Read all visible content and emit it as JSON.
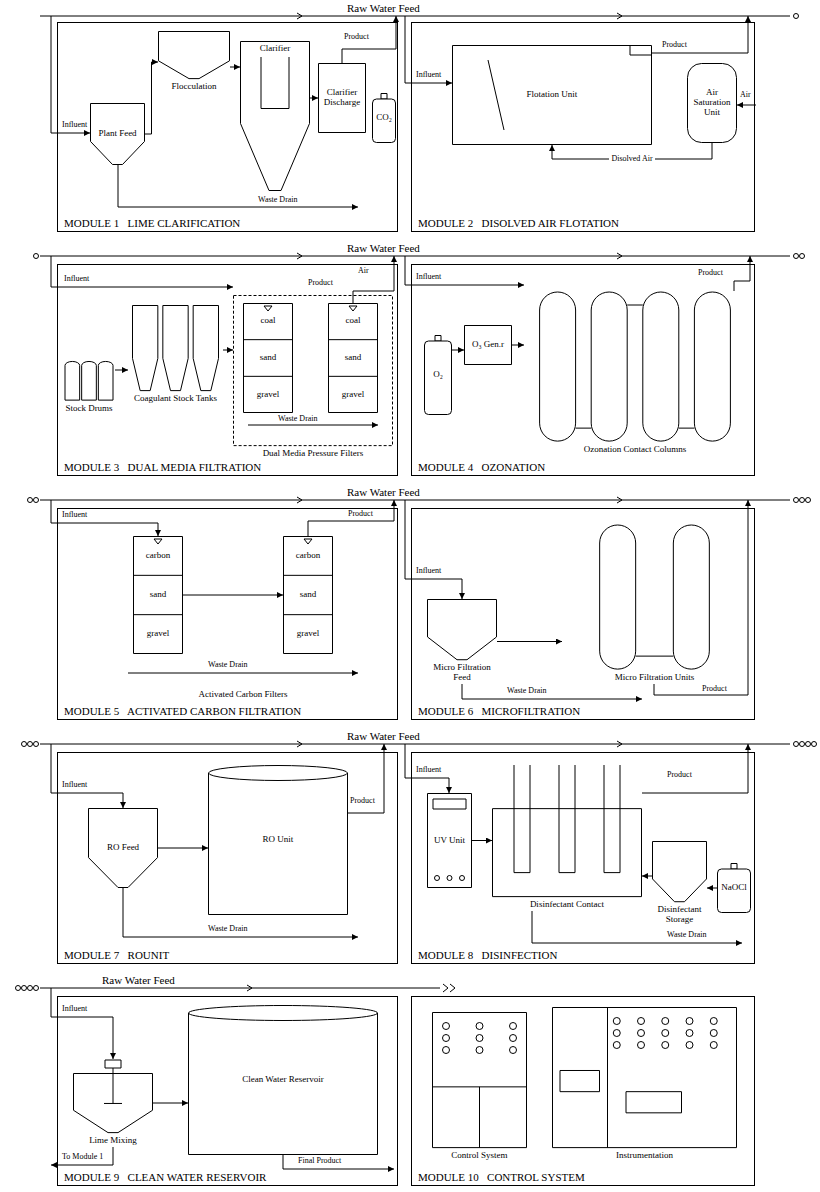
{
  "diagram": {
    "nodes": [
      {
        "text": [
          "MODULE 1   LIME CLARIFICATION"
        ]
      },
      {
        "text": [
          "Plant Feed"
        ],
        "in": 0
      },
      {
        "text": [
          "Flocculation"
        ],
        "in": 0
      },
      {
        "text": [
          "Clarifier"
        ],
        "in": 0
      },
      {
        "text": [
          "Clarifier Discharge"
        ],
        "in": 0
      },
      {
        "text": [
          "CO₂"
        ],
        "in": 0
      },
      {
        "text": [
          "MODULE 2   DISOLVED AIR FLOTATION"
        ]
      },
      {
        "text": [
          "Flotation Unit"
        ],
        "in": 6
      },
      {
        "text": [
          "Air Saturation Unit"
        ],
        "in": 6
      },
      {
        "text": [
          "MODULE 3   DUAL MEDIA FILTRATION"
        ]
      },
      {
        "text": [
          "Stock Drums"
        ],
        "in": 9
      },
      {
        "text": [
          "Coagulant Stock Tanks"
        ],
        "in": 9
      },
      {
        "text": [
          "Dual Media Pressure Filters"
        ],
        "in": 9
      },
      {
        "text": [
          "coal",
          "sand",
          "gravel"
        ],
        "in": 12
      },
      {
        "text": [
          "coal",
          "sand",
          "gravel"
        ],
        "in": 12
      },
      {
        "text": [
          "MODULE 4   OZONATION"
        ]
      },
      {
        "text": [
          "O₂"
        ],
        "in": 15
      },
      {
        "text": [
          "O₃ Gen.r"
        ],
        "in": 15
      },
      {
        "text": [
          "Ozonation Contact Columns"
        ],
        "in": 15
      },
      {
        "text": [
          "MODULE 5   ACTIVATED CARBON FILTRATION"
        ]
      },
      {
        "text": [
          "Activated Carbon Filters"
        ],
        "in": 19
      },
      {
        "text": [
          "carbon",
          "sand",
          "gravel"
        ],
        "in": 20
      },
      {
        "text": [
          "carbon",
          "sand",
          "gravel"
        ],
        "in": 20
      },
      {
        "text": [
          "MODULE 6   MICROFILTRATION"
        ]
      },
      {
        "text": [
          "Micro Filtration Feed"
        ],
        "in": 23
      },
      {
        "text": [
          "Micro Filtration Units"
        ],
        "in": 23
      },
      {
        "text": [
          "MODULE 7   ROUNIT"
        ]
      },
      {
        "text": [
          "RO Feed"
        ],
        "in": 26
      },
      {
        "text": [
          "RO Unit"
        ],
        "in": 26
      },
      {
        "text": [
          "MODULE 8   DISINFECTION"
        ]
      },
      {
        "text": [
          "UV Unit"
        ],
        "in": 29
      },
      {
        "text": [
          "Disinfectant Contact"
        ],
        "in": 29
      },
      {
        "text": [
          "Disinfectant Storage"
        ],
        "in": 29
      },
      {
        "text": [
          "NaOCl"
        ],
        "in": 29
      },
      {
        "text": [
          "MODULE 9   CLEAN WATER RESERVOIR"
        ]
      },
      {
        "text": [
          "Lime Mixing"
        ],
        "in": 34
      },
      {
        "text": [
          "Clean Water Reservoir"
        ],
        "in": 34
      },
      {
        "text": [
          "MODULE 10   CONTROL SYSTEM"
        ]
      },
      {
        "text": [
          "Control System"
        ],
        "in": 37
      },
      {
        "text": [
          "Instrumentation"
        ],
        "in": 37
      }
    ],
    "edges": [
      {
        "from": 1,
        "to": 2,
        "arrow": "to"
      },
      {
        "from": 2,
        "to": 3,
        "arrow": "to"
      },
      {
        "from": 3,
        "to": 4,
        "arrow": "to"
      },
      {
        "from": 8,
        "to": 7,
        "label": "Disolved Air",
        "arrow": "to"
      },
      {
        "from": 10,
        "to": 11,
        "arrow": "to"
      },
      {
        "from": 11,
        "to": 12,
        "arrow": "to"
      },
      {
        "from": 16,
        "to": 17,
        "arrow": "to"
      },
      {
        "from": 17,
        "to": 18,
        "arrow": "to"
      },
      {
        "from": 21,
        "to": 22,
        "arrow": "to"
      },
      {
        "from": 24,
        "to": 25,
        "arrow": "to"
      },
      {
        "from": 27,
        "to": 28,
        "arrow": "to"
      },
      {
        "from": 30,
        "to": 31,
        "arrow": "to"
      },
      {
        "from": 32,
        "to": 31,
        "arrow": "to"
      },
      {
        "from": 33,
        "to": 32,
        "arrow": "to"
      },
      {
        "from": 35,
        "to": 36,
        "arrow": "to"
      }
    ],
    "labels": [
      "Raw Water Feed",
      "Raw Water Feed",
      "Raw Water Feed",
      "Raw Water Feed",
      "Raw Water Feed",
      "Influent",
      "Product",
      "Waste Drain",
      "Influent",
      "Product",
      "Air",
      "Air",
      "Product",
      "Influent",
      "Waste Drain",
      "Influent",
      "Product",
      "Influent",
      "Product",
      "Waste Drain",
      "Influent",
      "Waste Drain",
      "Product",
      "Influent",
      "Product",
      "Waste Drain",
      "Influent",
      "Product",
      "Waste Drain",
      "Influent",
      "To Module 1",
      "Final Product"
    ]
  }
}
